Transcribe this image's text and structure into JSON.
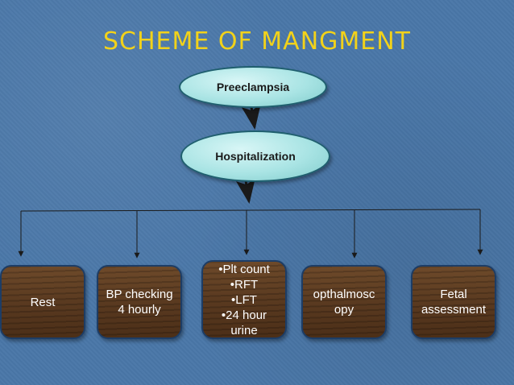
{
  "title": "SCHEME OF MANGMENT",
  "nodes": {
    "preeclampsia": "Preeclampsia",
    "hospitalization": "Hospitalization"
  },
  "boxes": [
    {
      "lines": [
        "Rest"
      ]
    },
    {
      "lines": [
        "BP checking",
        "4 hourly"
      ]
    },
    {
      "lines": [
        "•Plt count",
        "•RFT",
        "•LFT",
        "•24 hour",
        "urine"
      ]
    },
    {
      "lines": [
        "opthalmosc",
        "opy"
      ]
    },
    {
      "lines": [
        "Fetal",
        "assessment"
      ]
    }
  ],
  "colors": {
    "background": "#4a77a8",
    "title": "#f2d21a",
    "oval_fill": "#a9e4e4",
    "box_fill": "#5a3a20",
    "connector": "#1a1a1a"
  }
}
